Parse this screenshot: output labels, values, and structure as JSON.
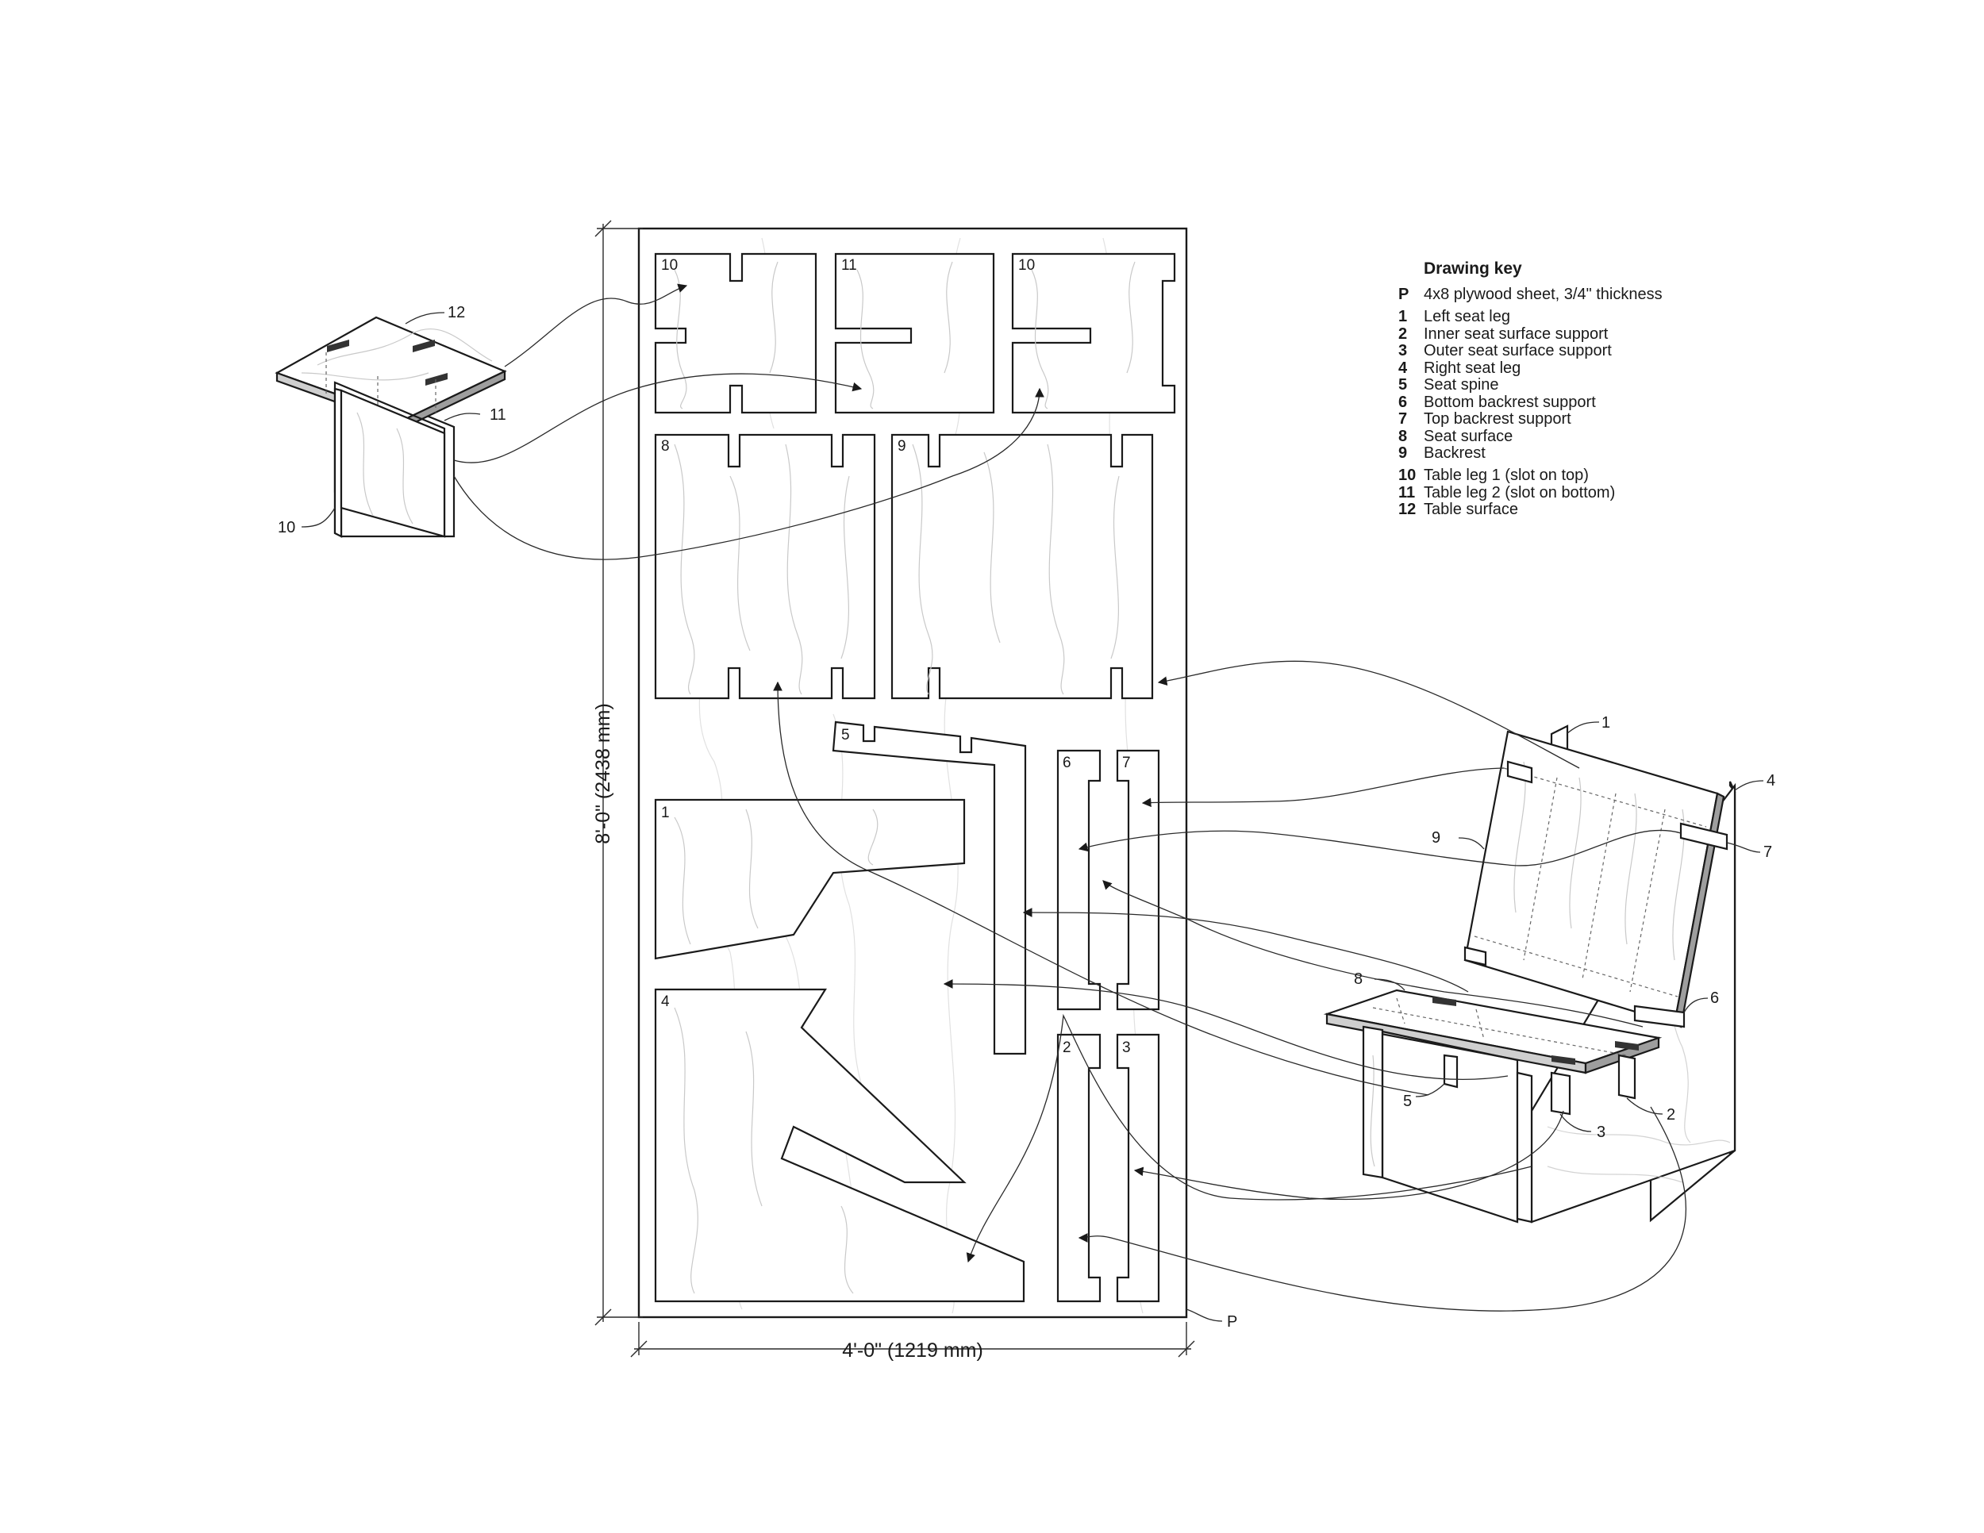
{
  "key": {
    "title": "Drawing key",
    "items": [
      {
        "code": "P",
        "text": "4x8 plywood sheet, 3/4\" thickness"
      },
      {
        "code": "1",
        "text": "Left seat leg"
      },
      {
        "code": "2",
        "text": "Inner seat surface support"
      },
      {
        "code": "3",
        "text": "Outer seat surface support"
      },
      {
        "code": "4",
        "text": "Right seat leg"
      },
      {
        "code": "5",
        "text": "Seat spine"
      },
      {
        "code": "6",
        "text": "Bottom backrest support"
      },
      {
        "code": "7",
        "text": "Top backrest support"
      },
      {
        "code": "8",
        "text": "Seat surface"
      },
      {
        "code": "9",
        "text": "Backrest"
      },
      {
        "code": "10",
        "text": "Table leg 1 (slot on top)"
      },
      {
        "code": "11",
        "text": "Table leg 2 (slot on bottom)"
      },
      {
        "code": "12",
        "text": "Table surface"
      }
    ]
  },
  "dimensions": {
    "height": "8'-0\" (2438 mm)",
    "width": "4'-0\" (1219 mm)"
  },
  "sheet_label": "P",
  "sheet_parts": {
    "p10a": "10",
    "p11": "11",
    "p10b": "10",
    "p8": "8",
    "p9": "9",
    "p5": "5",
    "p6": "6",
    "p7": "7",
    "p1": "1",
    "p4": "4",
    "p2": "2",
    "p3": "3"
  },
  "table_callouts": {
    "c12": "12",
    "c11": "11",
    "c10": "10"
  },
  "chair_callouts": {
    "c1": "1",
    "c4": "4",
    "c9": "9",
    "c7": "7",
    "c8": "8",
    "c6": "6",
    "c5": "5",
    "c3": "3",
    "c2": "2"
  }
}
